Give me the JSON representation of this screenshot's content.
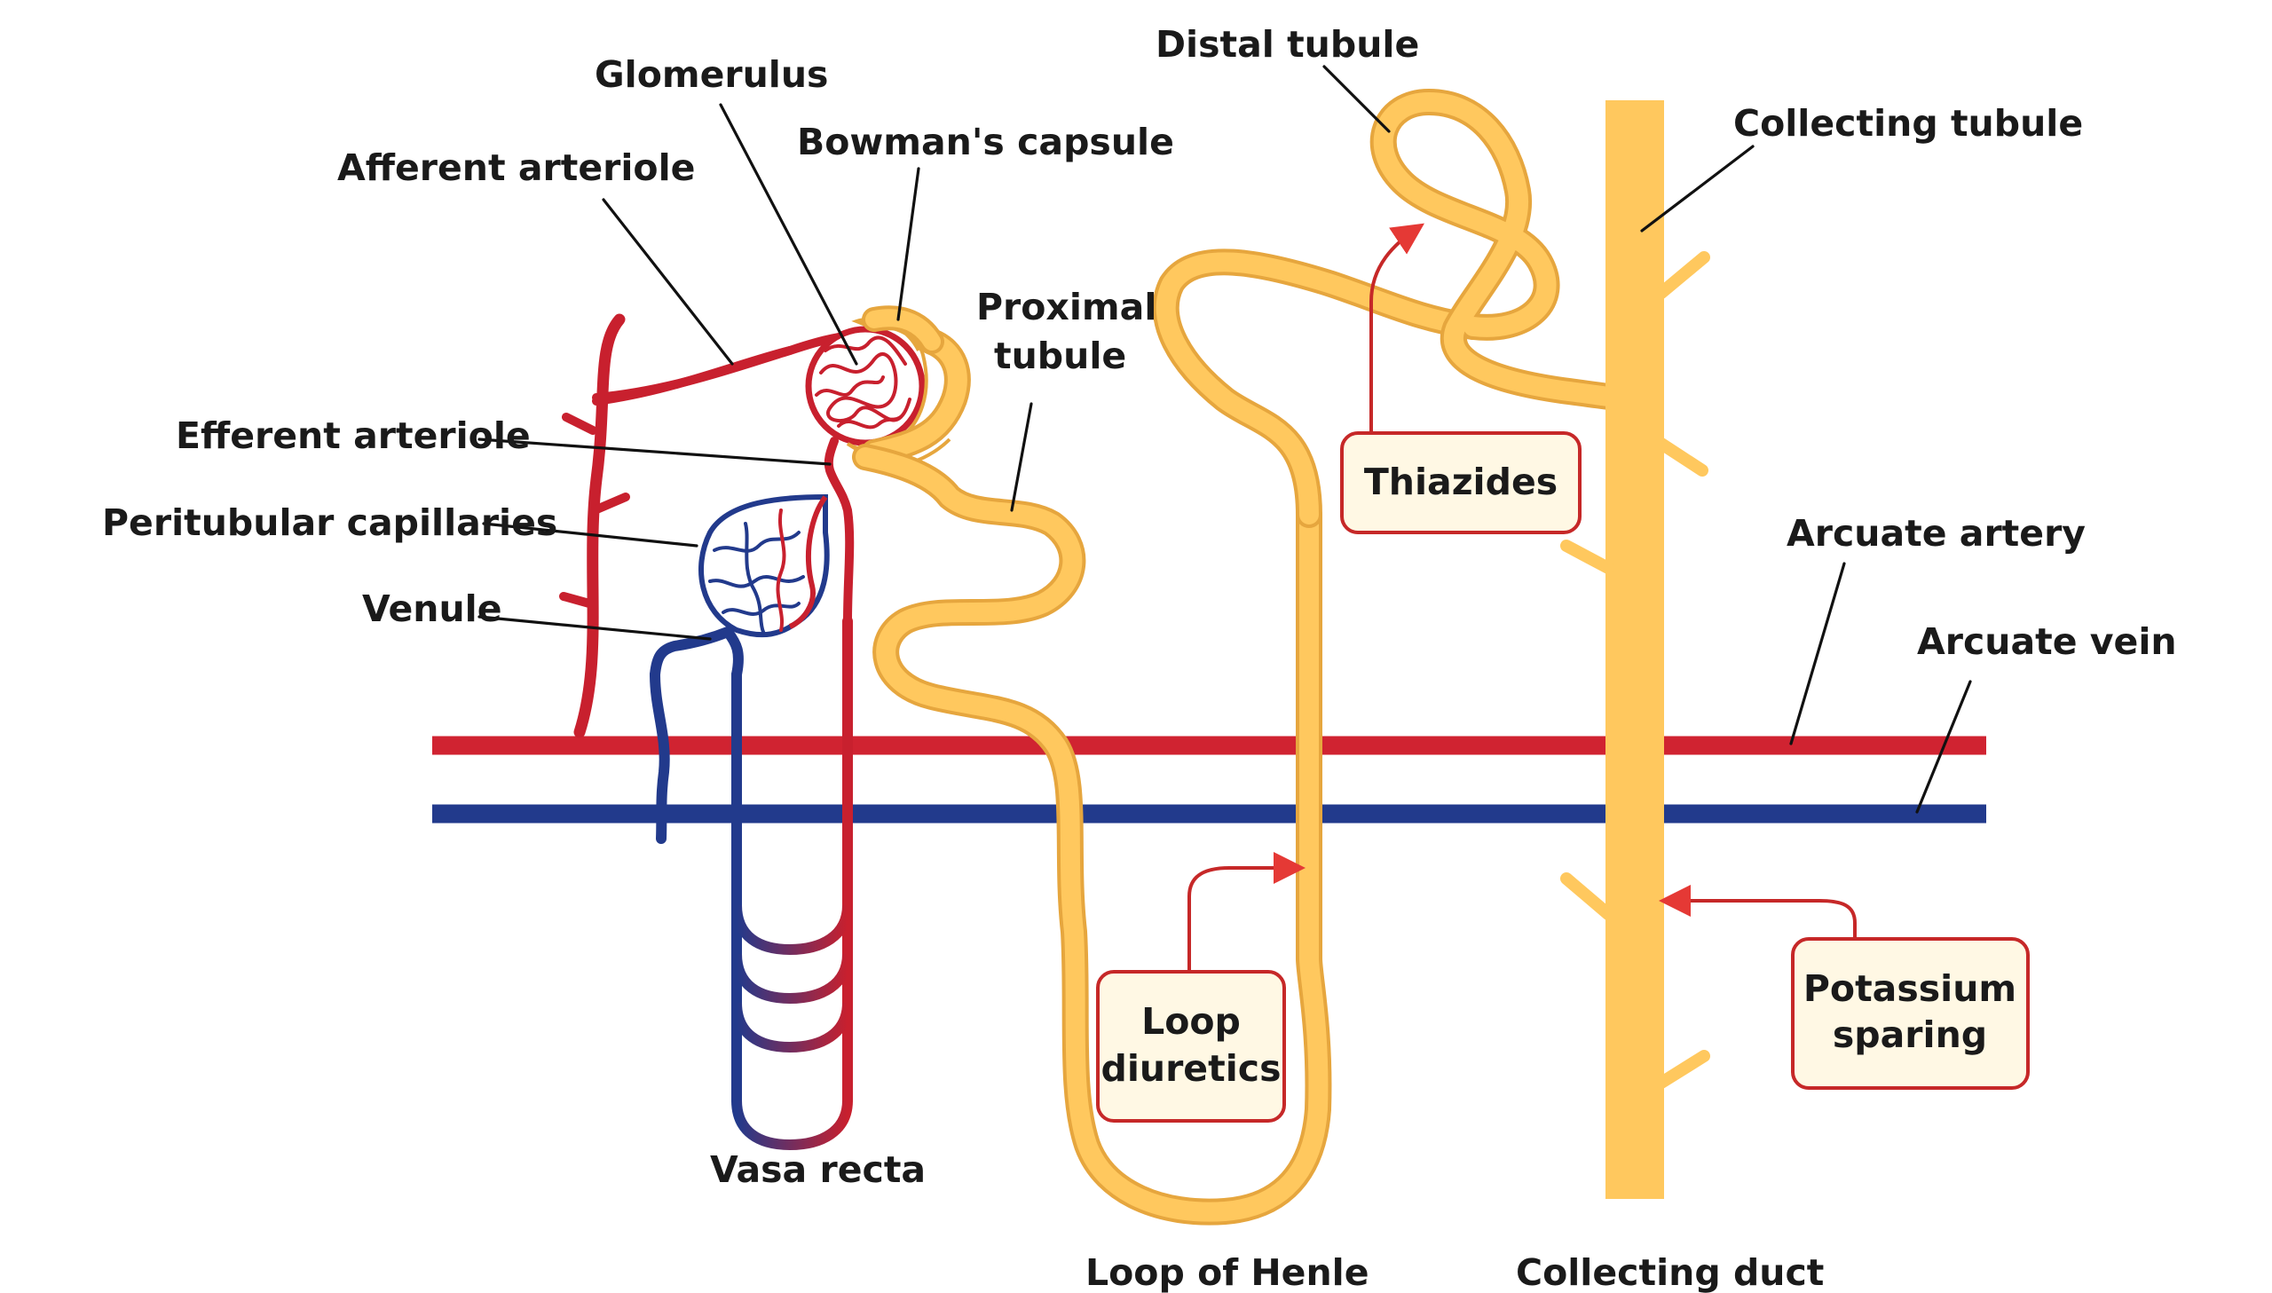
{
  "labels": {
    "glomerulus": "Glomerulus",
    "bowmans_capsule": "Bowman's capsule",
    "afferent_arteriole": "Afferent arteriole",
    "efferent_arteriole": "Efferent arteriole",
    "peritubular_capillaries": "Peritubular capillaries",
    "venule": "Venule",
    "vasa_recta": "Vasa recta",
    "proximal_tubule_line1": "Proximal",
    "proximal_tubule_line2": "tubule",
    "distal_tubule": "Distal tubule",
    "collecting_tubule": "Collecting tubule",
    "arcuate_artery": "Arcuate artery",
    "arcuate_vein": "Arcuate vein",
    "loop_of_henle": "Loop of Henle",
    "collecting_duct": "Collecting duct"
  },
  "drug_boxes": {
    "thiazides": "Thiazides",
    "loop_diuretics_line1": "Loop",
    "loop_diuretics_line2": "diuretics",
    "potassium_sparing_line1": "Potassium",
    "potassium_sparing_line2": "sparing"
  },
  "colors": {
    "tubule": "#ffc85e",
    "tubule_outline": "#e6a63e",
    "artery": "#c8202e",
    "vein": "#223a8c",
    "drug_box_border": "#c62828"
  }
}
